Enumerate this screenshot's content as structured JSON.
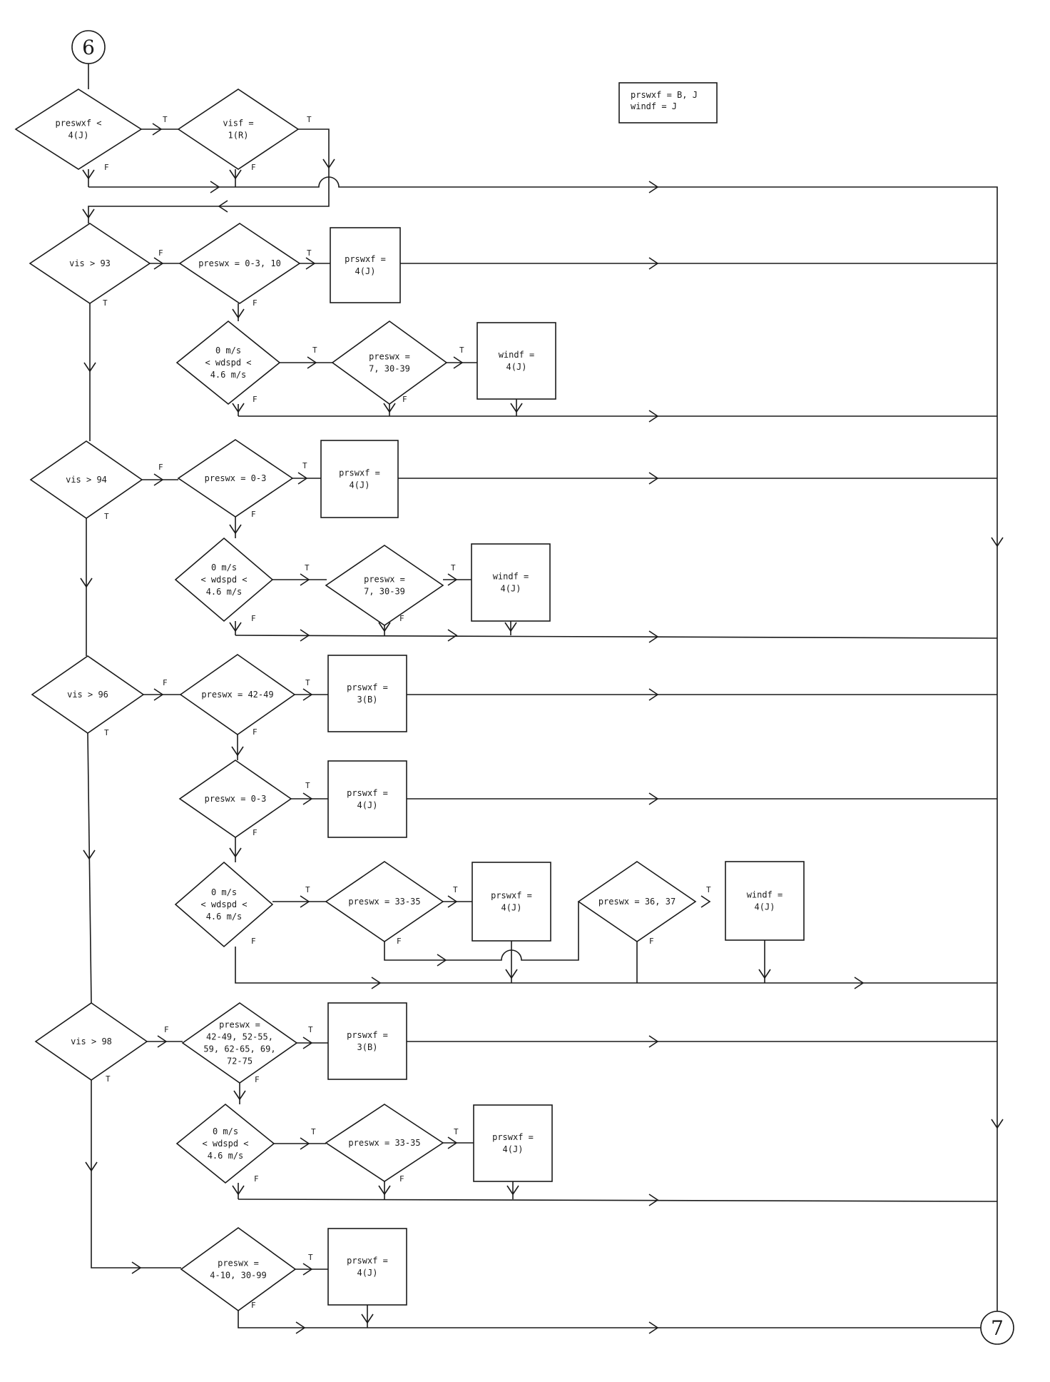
{
  "legend": [
    "prswxf = B, J",
    "windf  = J"
  ],
  "connectors": {
    "start": "6",
    "end": "7"
  },
  "decisions": {
    "d1": [
      "preswxf <",
      "4(J)"
    ],
    "d2": [
      "visf =",
      "1(R)"
    ],
    "d3": [
      "vis > 93"
    ],
    "d4": [
      "preswx = 0-3, 10"
    ],
    "d5": [
      "0 m/s",
      "< wdspd <",
      "4.6 m/s"
    ],
    "d6": [
      "preswx =",
      "7, 30-39"
    ],
    "d7": [
      "vis > 94"
    ],
    "d8": [
      "preswx = 0-3"
    ],
    "d9": [
      "0 m/s",
      "< wdspd <",
      "4.6 m/s"
    ],
    "d10": [
      "preswx =",
      "7, 30-39"
    ],
    "d11": [
      "vis > 96"
    ],
    "d12": [
      "preswx = 42-49"
    ],
    "d13": [
      "preswx = 0-3"
    ],
    "d14": [
      "0 m/s",
      "< wdspd <",
      "4.6 m/s"
    ],
    "d15": [
      "preswx = 33-35"
    ],
    "d16": [
      "preswx = 36, 37"
    ],
    "d17": [
      "vis > 98"
    ],
    "d18": [
      "preswx =",
      "42-49, 52-55,",
      "59, 62-65, 69,",
      "72-75"
    ],
    "d19": [
      "0 m/s",
      "< wdspd <",
      "4.6 m/s"
    ],
    "d20": [
      "preswx = 33-35"
    ],
    "d21": [
      "preswx =",
      "4-10, 30-99"
    ]
  },
  "boxes": {
    "b1": [
      "prswxf =",
      "4(J)"
    ],
    "b2": [
      "windf =",
      "4(J)"
    ],
    "b3": [
      "prswxf =",
      "4(J)"
    ],
    "b4": [
      "windf =",
      "4(J)"
    ],
    "b5": [
      "prswxf =",
      "3(B)"
    ],
    "b6": [
      "prswxf =",
      "4(J)"
    ],
    "b7": [
      "prswxf =",
      "4(J)"
    ],
    "b8": [
      "windf =",
      "4(J)"
    ],
    "b9": [
      "prswxf =",
      "3(B)"
    ],
    "b10": [
      "prswxf =",
      "4(J)"
    ],
    "b11": [
      "prswxf =",
      "4(J)"
    ]
  },
  "branch_labels": {
    "true": "T",
    "false": "F"
  }
}
